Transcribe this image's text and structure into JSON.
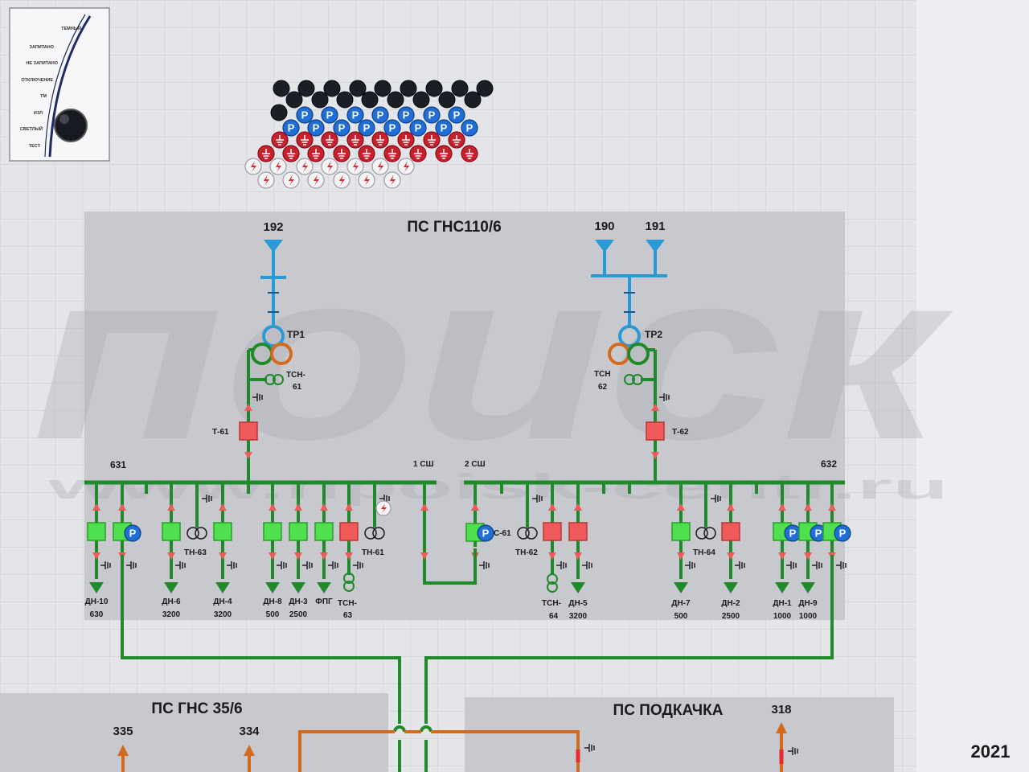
{
  "diagram": {
    "main_title": "ПС ГНС110/6",
    "inputs": {
      "left": "192",
      "right_a": "190",
      "right_b": "191"
    },
    "transformers": {
      "tr1": "ТР1",
      "tr2": "ТР2",
      "tsn61_l1": "ТСН-",
      "tsn61_l2": "61",
      "tsn62_l1": "ТСН",
      "tsn62_l2": "62"
    },
    "breakers": {
      "t61": "Т-61",
      "t62": "Т-62",
      "sc61": "С-61"
    },
    "buses": {
      "left": "631",
      "right": "632",
      "sec1": "1 СШ",
      "sec2": "2 СШ"
    },
    "feeders_left": [
      {
        "name": "ДН-10",
        "value": "630"
      },
      {
        "name": "ДН-6",
        "value": "3200"
      },
      {
        "name": "ДН-4",
        "value": "3200"
      },
      {
        "name": "ДН-8",
        "value": "500"
      },
      {
        "name": "ДН-3",
        "value": "2500"
      },
      {
        "name": "ФПГ",
        "value": ""
      }
    ],
    "tsn63": {
      "l1": "ТСН-",
      "l2": "63"
    },
    "tn": {
      "tn63": "ТН-63",
      "tn61": "ТН-61",
      "tn62": "ТН-62",
      "tn64": "ТН-64"
    },
    "tsn64": {
      "l1": "ТСН-",
      "l2": "64"
    },
    "feeders_right": [
      {
        "name": "ДН-5",
        "value": "3200"
      },
      {
        "name": "ДН-7",
        "value": "500"
      },
      {
        "name": "ДН-2",
        "value": "2500"
      },
      {
        "name": "ДН-1",
        "value": "1000"
      },
      {
        "name": "ДН-9",
        "value": "1000"
      }
    ],
    "sub2_title": "ПС ГНС  35/6",
    "sub2_inputs": {
      "a": "335",
      "b": "334"
    },
    "sub3_title": "ПС ПОДКАЧКА",
    "sub3_input": "318",
    "watermark": "поиск",
    "watermark_url": "www.npoisk-centr.ru",
    "year": "2021",
    "token_symbol": "P"
  },
  "control_panel": {
    "modes": [
      "ТЕМНЫЙ",
      "ЗАПИТАНО",
      "НЕ ЗАПИТАНО",
      "ОТКЛЮЧЕНИЕ",
      "ТМ",
      "ИЗЛ",
      "СВЕТЛЫЙ",
      "ТЕСТ"
    ]
  },
  "colors": {
    "energized": "#1f8a2a",
    "breaker_on": "#4ee04e",
    "breaker_off": "#f05a5a",
    "hv": "#2a9ad6",
    "lv_orange": "#d46a1c"
  }
}
